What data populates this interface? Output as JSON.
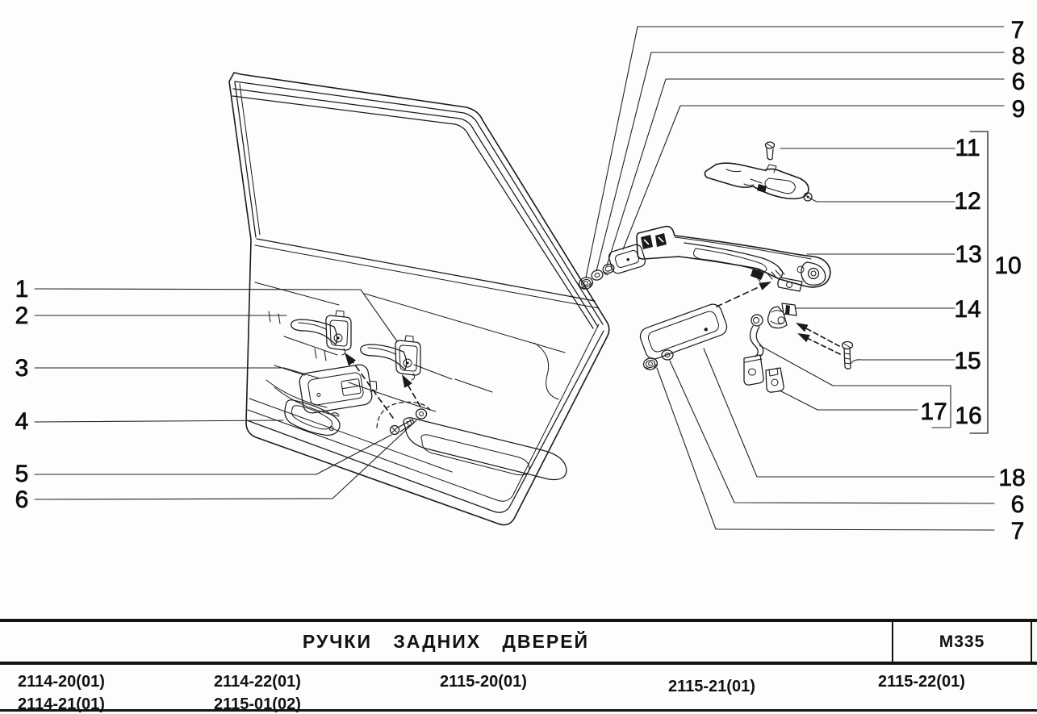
{
  "figure": {
    "callouts": {
      "left": [
        "1",
        "2",
        "3",
        "4",
        "5",
        "6"
      ],
      "top_right": [
        "7",
        "8",
        "6",
        "9"
      ],
      "right": [
        "11",
        "12",
        "13",
        "10",
        "14",
        "15",
        "17",
        "16"
      ],
      "bottom_right": [
        "18",
        "6",
        "7"
      ]
    }
  },
  "footer": {
    "title": "РУЧКИ ЗАДНИХ ДВЕРЕЙ",
    "code": "М335",
    "model_columns": [
      [
        "2114-20(01)",
        "2114-21(01)"
      ],
      [
        "2114-22(01)",
        "2115-01(02)"
      ],
      [
        "2115-20(01)"
      ],
      [
        "2115-21(01)"
      ],
      [
        "2115-22(01)"
      ]
    ]
  },
  "colors": {
    "ink": "#1a1a1a",
    "paper": "#fdfdfc"
  }
}
